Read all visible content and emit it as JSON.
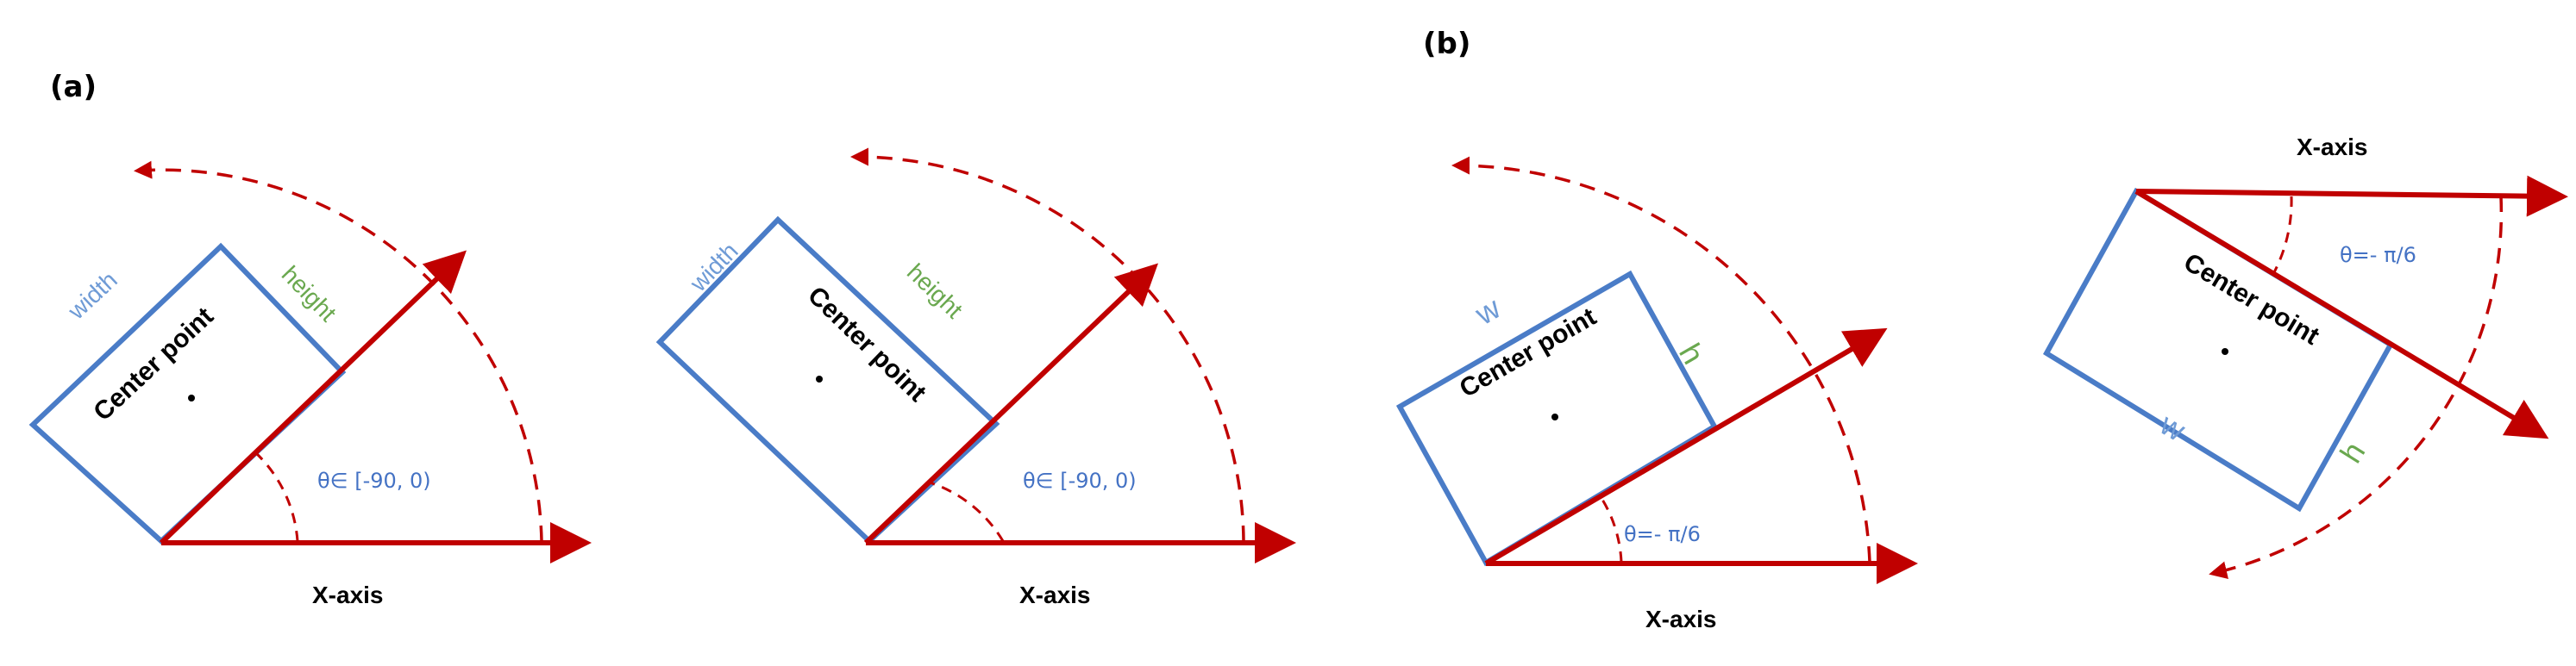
{
  "panels": {
    "a": {
      "label": "(a)"
    },
    "b": {
      "label": "(b)"
    }
  },
  "diagram1": {
    "width_label": "width",
    "height_label": "height",
    "center_label": "Center point",
    "theta_label": "θ∈ [-90, 0)",
    "axis_label": "X-axis"
  },
  "diagram2": {
    "width_label": "width",
    "height_label": "height",
    "center_label": "Center point",
    "theta_label": "θ∈ [-90, 0)",
    "axis_label": "X-axis"
  },
  "diagram3": {
    "width_label": "w",
    "height_label": "h",
    "center_label": "Center point",
    "theta_label": "θ=- π/6",
    "axis_label": "X-axis"
  },
  "diagram4": {
    "width_label": "w",
    "height_label": "h",
    "center_label": "Center point",
    "theta_label": "θ=- π/6",
    "axis_label": "X-axis"
  },
  "colors": {
    "box": "#4a7cc7",
    "arrow": "#c00000",
    "width_text": "#6f9bd6",
    "height_text": "#6aa84f",
    "theta_text": "#4472c4"
  }
}
